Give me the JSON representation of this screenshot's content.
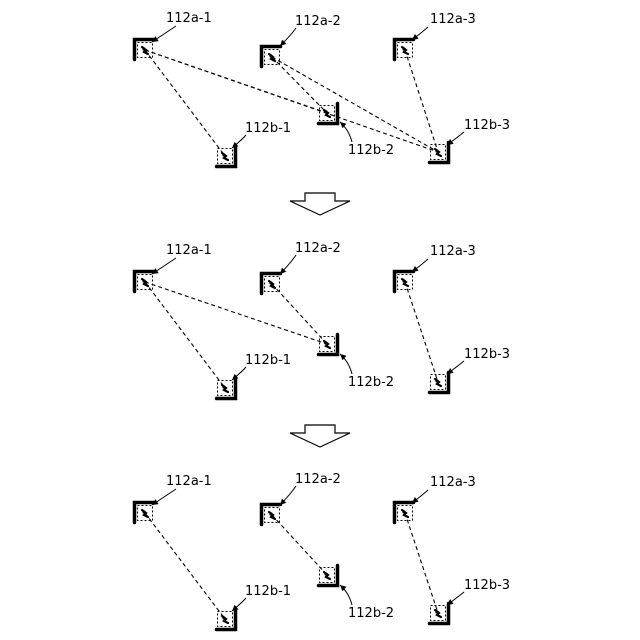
{
  "colors": {
    "ink": "#000000",
    "background": "#ffffff"
  },
  "stages": [
    {
      "labels": {
        "a1": "112a-1",
        "a2": "112a-2",
        "a3": "112a-3",
        "b1": "112b-1",
        "b2": "112b-2",
        "b3": "112b-3"
      },
      "connections": [
        [
          "a1",
          "b1"
        ],
        [
          "a1",
          "b2"
        ],
        [
          "a1",
          "b3"
        ],
        [
          "a2",
          "b2"
        ],
        [
          "a2",
          "b3"
        ],
        [
          "a3",
          "b3"
        ]
      ]
    },
    {
      "labels": {
        "a1": "112a-1",
        "a2": "112a-2",
        "a3": "112a-3",
        "b1": "112b-1",
        "b2": "112b-2",
        "b3": "112b-3"
      },
      "connections": [
        [
          "a1",
          "b1"
        ],
        [
          "a1",
          "b2"
        ],
        [
          "a2",
          "b2"
        ],
        [
          "a3",
          "b3"
        ]
      ]
    },
    {
      "labels": {
        "a1": "112a-1",
        "a2": "112a-2",
        "a3": "112a-3",
        "b1": "112b-1",
        "b2": "112b-2",
        "b3": "112b-3"
      },
      "connections": [
        [
          "a1",
          "b1"
        ],
        [
          "a2",
          "b2"
        ],
        [
          "a3",
          "b3"
        ]
      ]
    }
  ],
  "transition_arrows": [
    {
      "icon": "down-block-arrow-icon"
    },
    {
      "icon": "down-block-arrow-icon"
    }
  ]
}
